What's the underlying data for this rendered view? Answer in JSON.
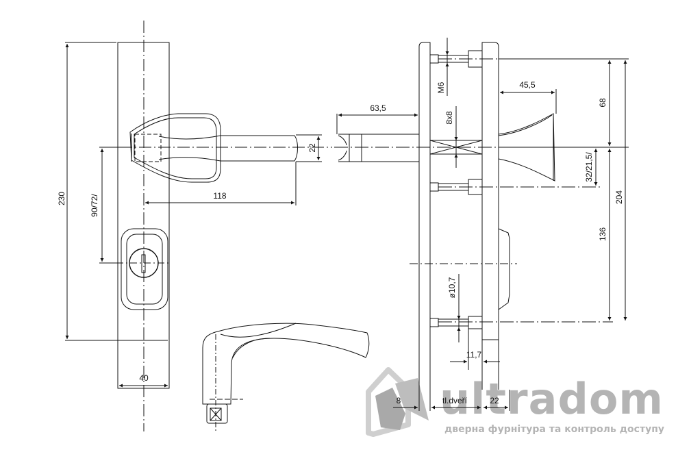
{
  "drawing": {
    "type": "technical-drawing",
    "subject": "door handle set with escutcheon plate"
  },
  "dimensions": {
    "plate_height": "230",
    "plate_width": "40",
    "lever_length": "118",
    "lever_thickness": "22",
    "lock_distance": "90/72/",
    "spindle_length": "63,5",
    "screw_thread": "M6",
    "spindle_square": "8x8",
    "knob_projection": "45,5",
    "top_screw_distance": "68",
    "mid_screw_distance": "32/21,5/",
    "total_screw_distance": "204",
    "lower_screw_distance": "136",
    "hole_diameter": "ø10,7",
    "screw_offset": "11,7",
    "front_plate_thickness": "8",
    "door_thickness": "tl.dveří",
    "back_plate_thickness": "22"
  },
  "watermark": {
    "brand": "ultradom",
    "tagline": "дверна фурнітура та контроль доступу",
    "color": "#b4b4b4"
  },
  "colors": {
    "line": "#111111",
    "background": "#ffffff"
  }
}
